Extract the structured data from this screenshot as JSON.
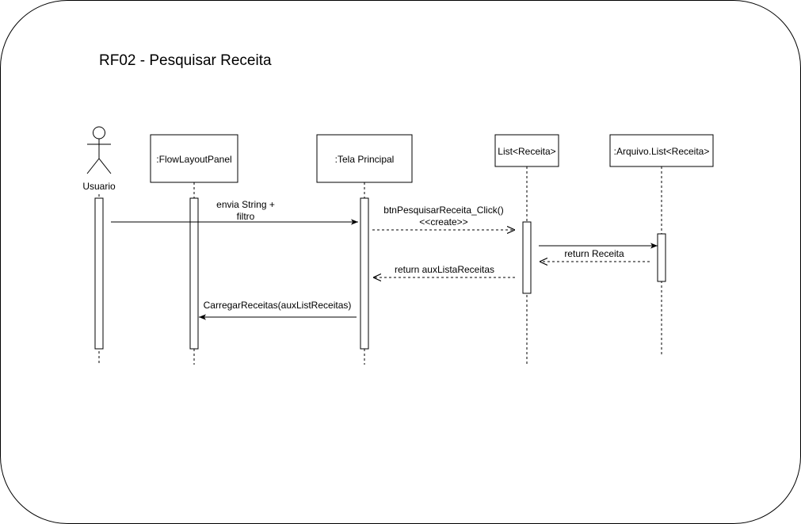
{
  "diagram": {
    "title": "RF02 - Pesquisar Receita",
    "actor": {
      "label": "Usuario"
    },
    "participants": [
      {
        "id": "flow",
        "label": ":FlowLayoutPanel"
      },
      {
        "id": "tela",
        "label": ":Tela Principal"
      },
      {
        "id": "list",
        "label": "List<Receita>"
      },
      {
        "id": "arq",
        "label": ":Arquivo.List<Receita>"
      }
    ],
    "messages": [
      {
        "id": "m1",
        "from": "Usuario",
        "to": ":Tela Principal",
        "line1": "envia String +",
        "line2": "filtro",
        "style": "solid"
      },
      {
        "id": "m2",
        "from": ":Tela Principal",
        "to": "List<Receita>",
        "line1": "btnPesquisarReceita_Click()",
        "line2": "<<create>>",
        "style": "dashed"
      },
      {
        "id": "m3",
        "from": "List<Receita>",
        "to": ":Arquivo.List<Receita>",
        "line1": "",
        "line2": "",
        "style": "solid"
      },
      {
        "id": "m4",
        "from": ":Arquivo.List<Receita>",
        "to": "List<Receita>",
        "line1": "return Receita",
        "line2": "",
        "style": "dashed"
      },
      {
        "id": "m5",
        "from": "List<Receita>",
        "to": ":Tela Principal",
        "line1": "return auxListaReceitas",
        "line2": "",
        "style": "dashed"
      },
      {
        "id": "m6",
        "from": ":Tela Principal",
        "to": ":FlowLayoutPanel",
        "line1": "CarregarReceitas(auxListReceitas)",
        "line2": "",
        "style": "solid"
      }
    ]
  }
}
